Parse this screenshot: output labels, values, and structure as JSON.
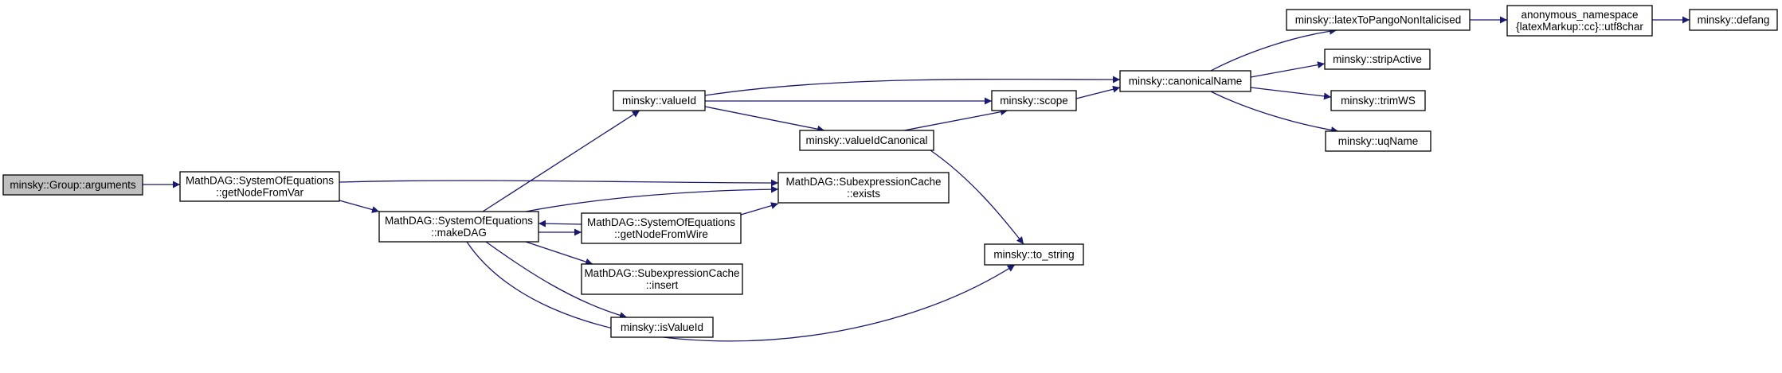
{
  "title": "",
  "colors": {
    "edge": "#191970",
    "root_fill": "#bfbfbf",
    "node_fill": "#ffffff",
    "border": "#000000"
  },
  "nodes": [
    {
      "id": "arguments",
      "lines": [
        "minsky::Group::arguments"
      ],
      "root": true
    },
    {
      "id": "getNodeFromVar",
      "lines": [
        "MathDAG::SystemOfEquations",
        "::getNodeFromVar"
      ]
    },
    {
      "id": "makeDAG",
      "lines": [
        "MathDAG::SystemOfEquations",
        "::makeDAG"
      ]
    },
    {
      "id": "valueId",
      "lines": [
        "minsky::valueId"
      ]
    },
    {
      "id": "valueIdCanonical",
      "lines": [
        "minsky::valueIdCanonical"
      ]
    },
    {
      "id": "exists",
      "lines": [
        "MathDAG::SubexpressionCache",
        "::exists"
      ]
    },
    {
      "id": "getNodeFromWire",
      "lines": [
        "MathDAG::SystemOfEquations",
        "::getNodeFromWire"
      ]
    },
    {
      "id": "insert",
      "lines": [
        "MathDAG::SubexpressionCache",
        "::insert"
      ]
    },
    {
      "id": "isValueId",
      "lines": [
        "minsky::isValueId"
      ]
    },
    {
      "id": "scope",
      "lines": [
        "minsky::scope"
      ]
    },
    {
      "id": "to_string",
      "lines": [
        "minsky::to_string"
      ]
    },
    {
      "id": "canonicalName",
      "lines": [
        "minsky::canonicalName"
      ]
    },
    {
      "id": "latexToPango",
      "lines": [
        "minsky::latexToPangoNonItalicised"
      ]
    },
    {
      "id": "stripActive",
      "lines": [
        "minsky::stripActive"
      ]
    },
    {
      "id": "trimWS",
      "lines": [
        "minsky::trimWS"
      ]
    },
    {
      "id": "uqName",
      "lines": [
        "minsky::uqName"
      ]
    },
    {
      "id": "utf8char",
      "lines": [
        "anonymous_namespace",
        "{latexMarkup::cc}::utf8char"
      ]
    },
    {
      "id": "defang",
      "lines": [
        "minsky::defang"
      ]
    }
  ],
  "edges": [
    {
      "from": "arguments",
      "to": "getNodeFromVar"
    },
    {
      "from": "getNodeFromVar",
      "to": "makeDAG"
    },
    {
      "from": "getNodeFromVar",
      "to": "exists"
    },
    {
      "from": "makeDAG",
      "to": "valueId"
    },
    {
      "from": "makeDAG",
      "to": "exists"
    },
    {
      "from": "makeDAG",
      "to": "getNodeFromWire"
    },
    {
      "from": "makeDAG",
      "to": "insert"
    },
    {
      "from": "makeDAG",
      "to": "isValueId"
    },
    {
      "from": "makeDAG",
      "to": "to_string"
    },
    {
      "from": "getNodeFromWire",
      "to": "makeDAG"
    },
    {
      "from": "getNodeFromWire",
      "to": "exists"
    },
    {
      "from": "valueId",
      "to": "canonicalName"
    },
    {
      "from": "valueId",
      "to": "scope"
    },
    {
      "from": "valueId",
      "to": "valueIdCanonical"
    },
    {
      "from": "valueIdCanonical",
      "to": "scope"
    },
    {
      "from": "valueIdCanonical",
      "to": "to_string"
    },
    {
      "from": "scope",
      "to": "canonicalName"
    },
    {
      "from": "canonicalName",
      "to": "latexToPango"
    },
    {
      "from": "canonicalName",
      "to": "stripActive"
    },
    {
      "from": "canonicalName",
      "to": "trimWS"
    },
    {
      "from": "canonicalName",
      "to": "uqName"
    },
    {
      "from": "latexToPango",
      "to": "utf8char"
    },
    {
      "from": "utf8char",
      "to": "defang"
    }
  ]
}
